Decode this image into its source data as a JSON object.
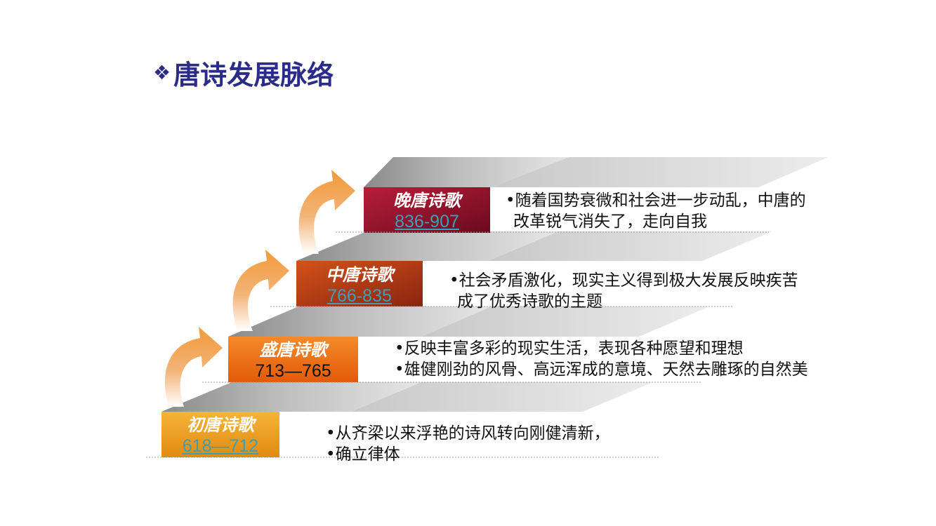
{
  "title": "唐诗发展脉络",
  "title_bullet": "❖",
  "stages": [
    {
      "name": "初唐诗歌",
      "period": "618—712",
      "lines": [
        "•从齐梁以来浮艳的诗风转向刚健清新，",
        "•确立律体"
      ]
    },
    {
      "name": "盛唐诗歌",
      "period": "713—765",
      "lines": [
        "•反映丰富多彩的现实生活，表现各种愿望和理想",
        "•雄健刚劲的风骨、高远浑成的意境、天然去雕琢的自然美"
      ]
    },
    {
      "name": "中唐诗歌",
      "period": "766-835",
      "lines": [
        "•社会矛盾激化，现实主义得到极大发展反映疾苦",
        "成了优秀诗歌的主题"
      ]
    },
    {
      "name": "晚唐诗歌",
      "period": "836-907",
      "lines": [
        "•随着国势衰微和社会进一步动乱，中唐的",
        "改革锐气消失了，走向自我"
      ]
    }
  ],
  "colors": {
    "title": "#2b2b8a",
    "stage1": "#f0a020",
    "stage2": "#f06a10",
    "stage3": "#b83a12",
    "stage4": "#9a1230",
    "link": "#3aa0b8",
    "arrow": "#f09a3a"
  }
}
